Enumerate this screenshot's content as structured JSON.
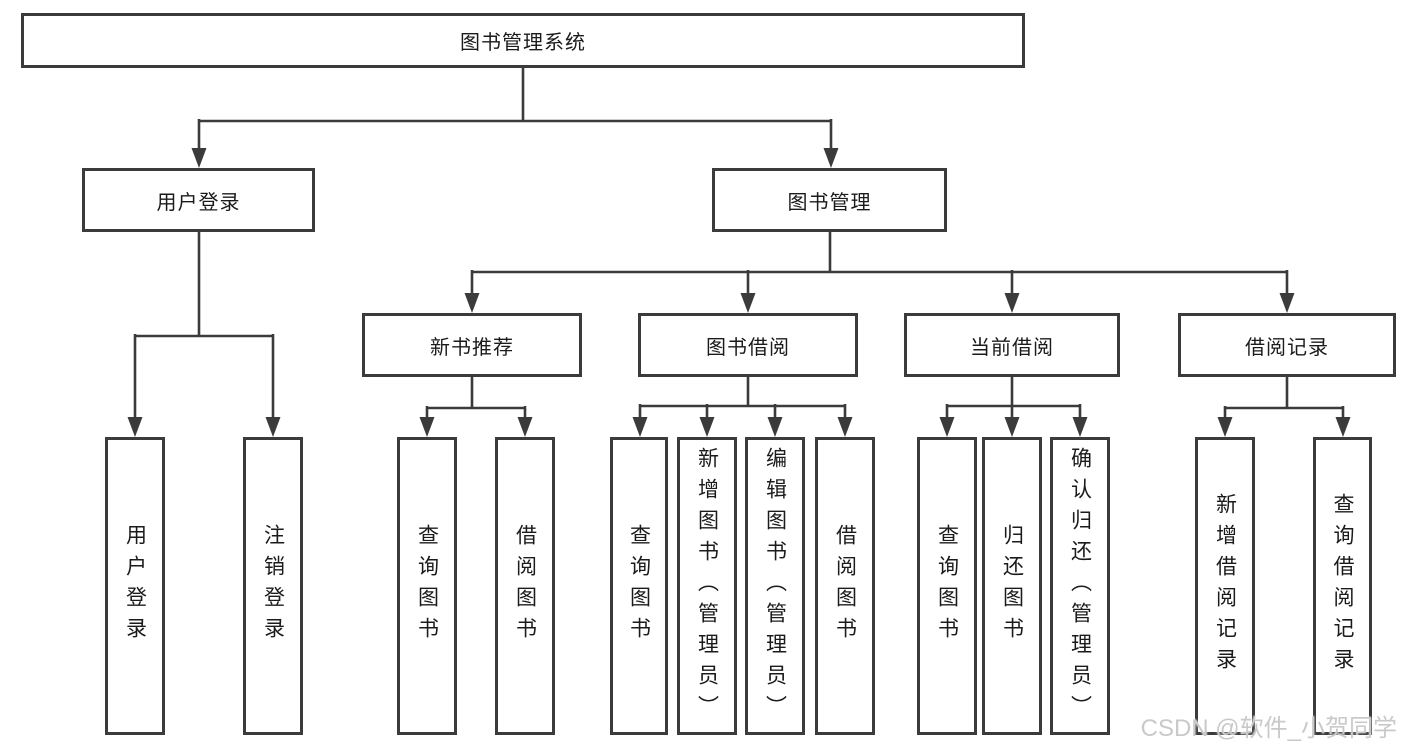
{
  "diagram": {
    "root": {
      "label": "图书管理系统"
    },
    "branches": [
      {
        "label": "用户登录",
        "children": [
          {
            "label": "用户登录"
          },
          {
            "label": "注销登录"
          }
        ]
      },
      {
        "label": "图书管理",
        "sections": [
          {
            "label": "新书推荐",
            "children": [
              {
                "label": "查询图书"
              },
              {
                "label": "借阅图书"
              }
            ]
          },
          {
            "label": "图书借阅",
            "children": [
              {
                "label": "查询图书"
              },
              {
                "label": "新增图书（管理员）"
              },
              {
                "label": "编辑图书（管理员）"
              },
              {
                "label": "借阅图书"
              }
            ]
          },
          {
            "label": "当前借阅",
            "children": [
              {
                "label": "查询图书"
              },
              {
                "label": "归还图书"
              },
              {
                "label": "确认归还（管理员）"
              }
            ]
          },
          {
            "label": "借阅记录",
            "children": [
              {
                "label": "新增借阅记录"
              },
              {
                "label": "查询借阅记录"
              }
            ]
          }
        ]
      }
    ]
  },
  "watermark": {
    "text": "CSDN @软件_小贺同学"
  },
  "colors": {
    "line": "#3b3b3b",
    "text": "#1b1b1b",
    "watermark": "#c9c9c9",
    "background": "#ffffff"
  }
}
